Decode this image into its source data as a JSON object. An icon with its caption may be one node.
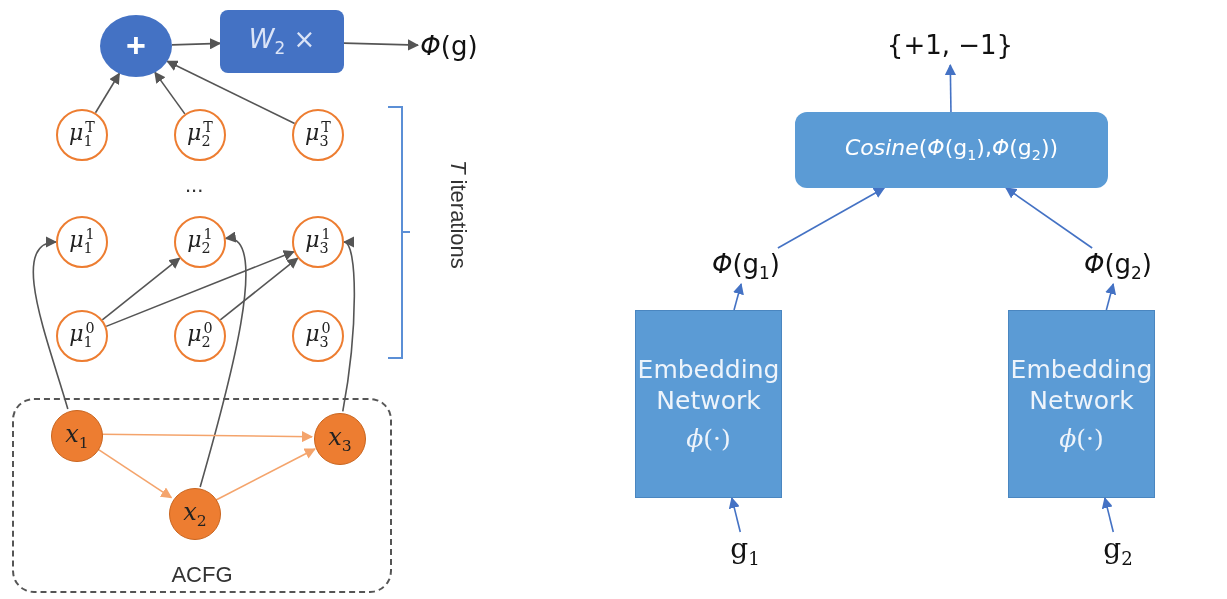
{
  "diagram": {
    "nodes": [
      {
        "text": [
          "+"
        ]
      },
      {
        "text": [
          "*W*$_{2}$ ×"
        ]
      },
      {
        "text": [
          "*Φ*(g)"
        ]
      },
      {
        "text": [
          "*μ*$_{1}$$^{T}$"
        ]
      },
      {
        "text": [
          "*μ*$_{2}$$^{T}$"
        ]
      },
      {
        "text": [
          "*μ*$_{3}$$^{T}$"
        ]
      },
      {
        "text": [
          "*μ*$_{1}$$^{1}$"
        ]
      },
      {
        "text": [
          "*μ*$_{2}$$^{1}$"
        ]
      },
      {
        "text": [
          "*μ*$_{3}$$^{1}$"
        ]
      },
      {
        "text": [
          "*μ*$_{1}$$^{0}$"
        ]
      },
      {
        "text": [
          "*μ*$_{2}$$^{0}$"
        ]
      },
      {
        "text": [
          "*μ*$_{3}$$^{0}$"
        ]
      },
      {
        "text": [
          "ACFG"
        ]
      },
      {
        "text": [
          "*x*$_{1}$"
        ],
        "in": 12
      },
      {
        "text": [
          "*x*$_{2}$"
        ],
        "in": 12
      },
      {
        "text": [
          "*x*$_{3}$"
        ],
        "in": 12
      },
      {
        "text": [
          "{+1, −1}"
        ]
      },
      {
        "text": [
          "*Cosine*(*Φ*(g$_{1}$),*Φ*(g$_{2}$))"
        ]
      },
      {
        "text": [
          "*Φ*(g$_{1}$)"
        ]
      },
      {
        "text": [
          "*Φ*(g$_{2}$)"
        ]
      },
      {
        "text": [
          "Embedding Network",
          "*ϕ*(·)"
        ]
      },
      {
        "text": [
          "Embedding Network",
          "*ϕ*(·)"
        ]
      },
      {
        "text": [
          "g$_{1}$"
        ]
      },
      {
        "text": [
          "g$_{2}$"
        ]
      }
    ],
    "edges": [
      {
        "from": 0,
        "to": 1,
        "arrow": "to"
      },
      {
        "from": 1,
        "to": 2,
        "arrow": "to"
      },
      {
        "from": 3,
        "to": 0,
        "arrow": "to"
      },
      {
        "from": 4,
        "to": 0,
        "arrow": "to"
      },
      {
        "from": 5,
        "to": 0,
        "arrow": "to"
      },
      {
        "from": 13,
        "to": 6,
        "arrow": "to"
      },
      {
        "from": 14,
        "to": 7,
        "arrow": "to"
      },
      {
        "from": 15,
        "to": 8,
        "arrow": "to"
      },
      {
        "from": 9,
        "to": 7,
        "arrow": "to"
      },
      {
        "from": 9,
        "to": 8,
        "arrow": "to"
      },
      {
        "from": 10,
        "to": 8,
        "arrow": "to"
      },
      {
        "from": 13,
        "to": 15,
        "arrow": "to",
        "color": "#f4a46c"
      },
      {
        "from": 13,
        "to": 14,
        "arrow": "to",
        "color": "#f4a46c"
      },
      {
        "from": 14,
        "to": 15,
        "arrow": "to",
        "color": "#f4a46c"
      },
      {
        "from": 17,
        "to": 16,
        "arrow": "to",
        "color": "#4472c4"
      },
      {
        "from": 18,
        "to": 17,
        "arrow": "to",
        "color": "#4472c4"
      },
      {
        "from": 19,
        "to": 17,
        "arrow": "to",
        "color": "#4472c4"
      },
      {
        "from": 20,
        "to": 18,
        "arrow": "to",
        "color": "#4472c4"
      },
      {
        "from": 21,
        "to": 19,
        "arrow": "to",
        "color": "#4472c4"
      },
      {
        "from": 22,
        "to": 20,
        "arrow": "to",
        "color": "#4472c4"
      },
      {
        "from": 23,
        "to": 21,
        "arrow": "to",
        "color": "#4472c4"
      }
    ],
    "labels": [
      "...",
      "*T* iterations"
    ]
  }
}
